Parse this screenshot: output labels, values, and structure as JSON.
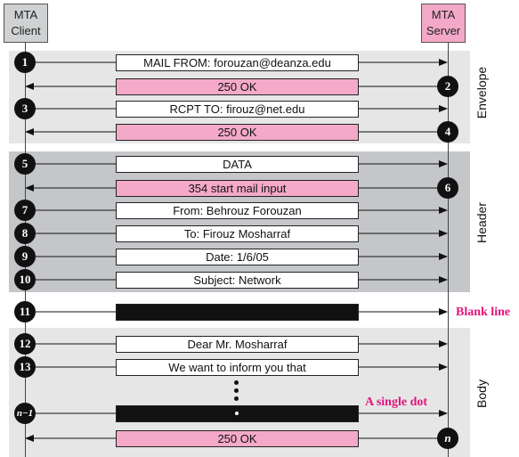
{
  "client": {
    "line1": "MTA",
    "line2": "Client"
  },
  "server": {
    "line1": "MTA",
    "line2": "Server"
  },
  "sections": {
    "envelope": "Envelope",
    "header": "Header",
    "body": "Body"
  },
  "steps": [
    {
      "num": "1",
      "text": "MAIL FROM: forouzan@deanza.edu",
      "dir": "right",
      "style": "white"
    },
    {
      "num": "2",
      "text": "250 OK",
      "dir": "left",
      "style": "pink"
    },
    {
      "num": "3",
      "text": "RCPT TO: firouz@net.edu",
      "dir": "right",
      "style": "white"
    },
    {
      "num": "4",
      "text": "250 OK",
      "dir": "left",
      "style": "pink"
    },
    {
      "num": "5",
      "text": "DATA",
      "dir": "right",
      "style": "white"
    },
    {
      "num": "6",
      "text": "354 start mail input",
      "dir": "left",
      "style": "pink"
    },
    {
      "num": "7",
      "text": "From: Behrouz Forouzan",
      "dir": "right",
      "style": "white"
    },
    {
      "num": "8",
      "text": "To: Firouz Mosharraf",
      "dir": "right",
      "style": "white"
    },
    {
      "num": "9",
      "text": "Date: 1/6/05",
      "dir": "right",
      "style": "white"
    },
    {
      "num": "10",
      "text": "Subject: Network",
      "dir": "right",
      "style": "white"
    },
    {
      "num": "11",
      "text": "",
      "dir": "right",
      "style": "black"
    },
    {
      "num": "12",
      "text": "Dear Mr. Mosharraf",
      "dir": "right",
      "style": "white"
    },
    {
      "num": "13",
      "text": "We want to inform you that",
      "dir": "right",
      "style": "white"
    },
    {
      "num": "n−1",
      "text": "",
      "dir": "right",
      "style": "black"
    },
    {
      "num": "n",
      "text": "250 OK",
      "dir": "left",
      "style": "pink"
    }
  ],
  "annotations": {
    "blank_line": "Blank line",
    "single_dot": "A single dot"
  }
}
